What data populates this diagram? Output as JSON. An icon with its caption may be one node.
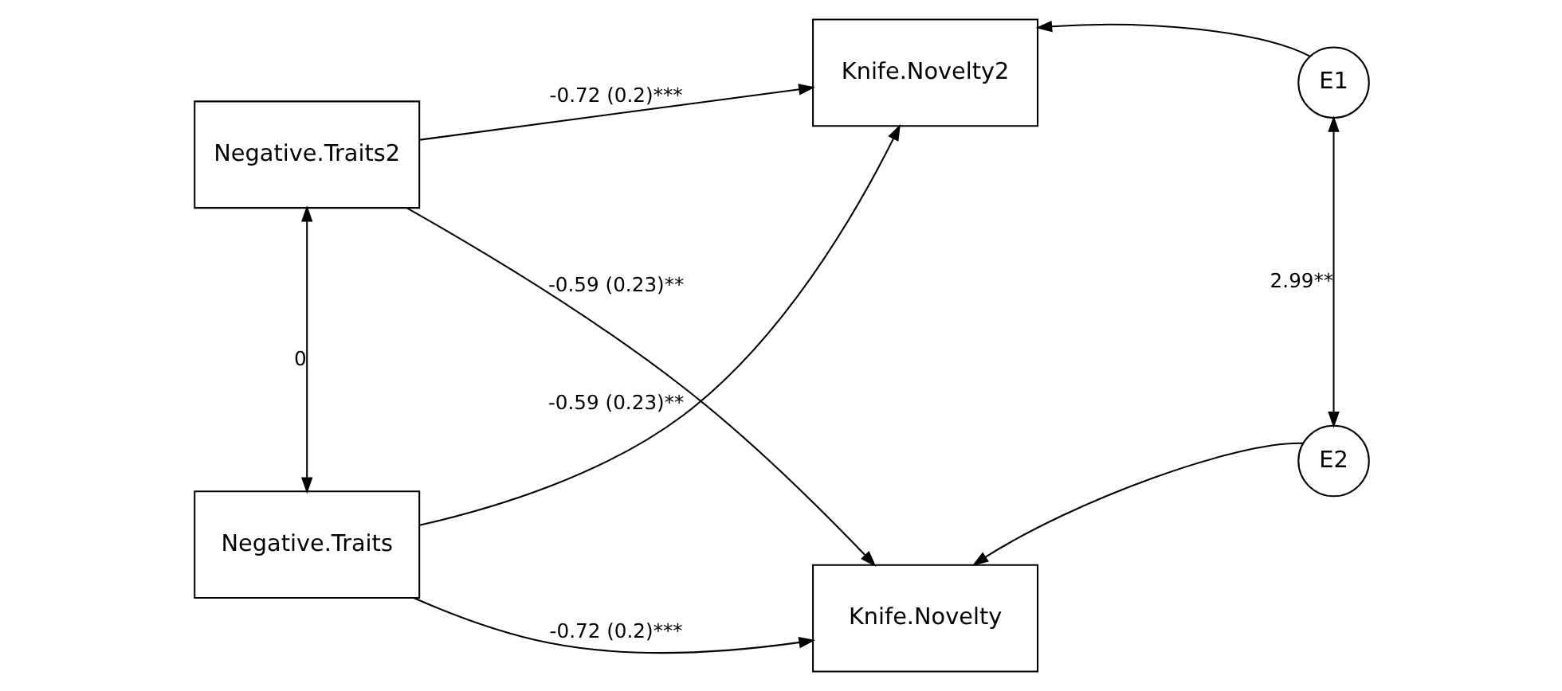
{
  "diagram": {
    "nodes": [
      {
        "text": [
          "Negative.Traits2"
        ]
      },
      {
        "text": [
          "Knife.Novelty2"
        ]
      },
      {
        "text": [
          "E1"
        ]
      },
      {
        "text": [
          "Negative.Traits"
        ]
      },
      {
        "text": [
          "Knife.Novelty"
        ]
      },
      {
        "text": [
          "E2"
        ]
      }
    ],
    "edges": [
      {
        "from": 0,
        "to": 1,
        "arrow": "to",
        "label": "-0.72 (0.2)***"
      },
      {
        "from": 2,
        "to": 1,
        "arrow": "to"
      },
      {
        "from": 0,
        "to": 4,
        "arrow": "to",
        "label": "-0.59 (0.23)**"
      },
      {
        "from": 3,
        "to": 1,
        "arrow": "to",
        "label": "-0.59 (0.23)**"
      },
      {
        "from": 3,
        "to": 4,
        "arrow": "to",
        "label": "-0.72 (0.2)***"
      },
      {
        "from": 5,
        "to": 4,
        "arrow": "to"
      },
      {
        "from": 0,
        "to": 3,
        "arrow": "both",
        "label": "0"
      },
      {
        "from": 2,
        "to": 5,
        "arrow": "both",
        "label": "2.99**"
      }
    ]
  }
}
